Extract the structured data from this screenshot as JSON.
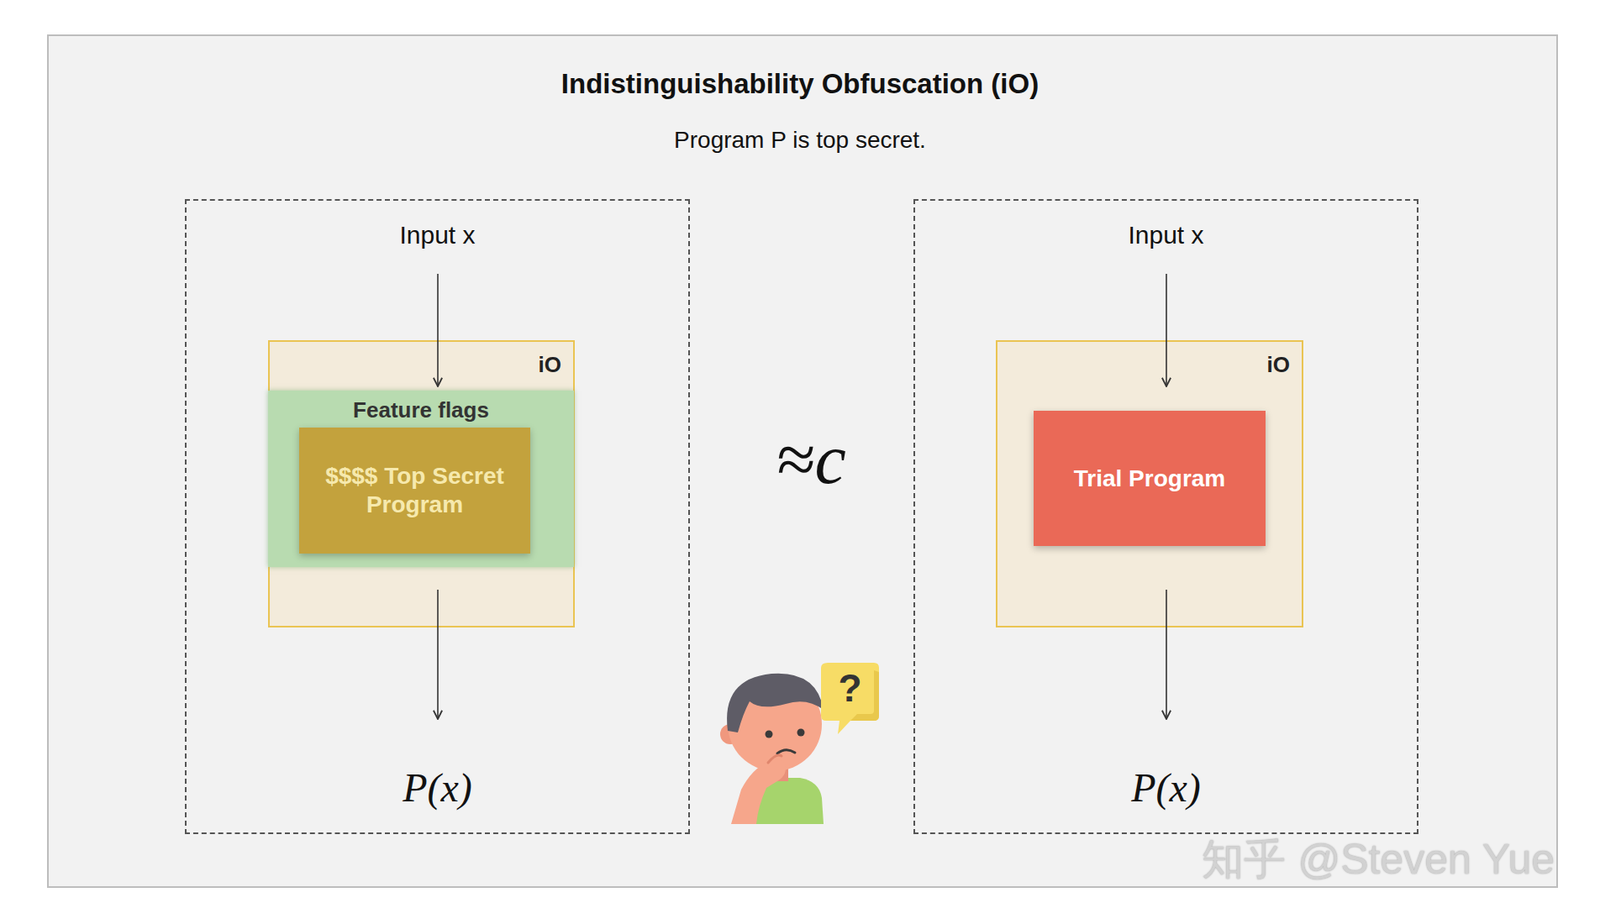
{
  "diagram": {
    "title": "Indistinguishability Obfuscation (iO)",
    "nodes": [
      {
        "text": [
          "Input x",
          "P(x)"
        ]
      },
      {
        "text": [
          "iO"
        ],
        "in": 0
      },
      {
        "text": [
          "Feature flags"
        ],
        "in": 1
      },
      {
        "text": [
          "$$$$ Top Secret Program"
        ],
        "in": 2
      },
      {
        "text": [
          "Input x",
          "P(x)"
        ]
      },
      {
        "text": [
          "iO"
        ],
        "in": 4
      },
      {
        "text": [
          "Trial Program"
        ],
        "in": 5
      }
    ],
    "labels": [
      "Program P is top secret.",
      "≈c",
      "?",
      "知乎 @Steven Yue"
    ]
  }
}
